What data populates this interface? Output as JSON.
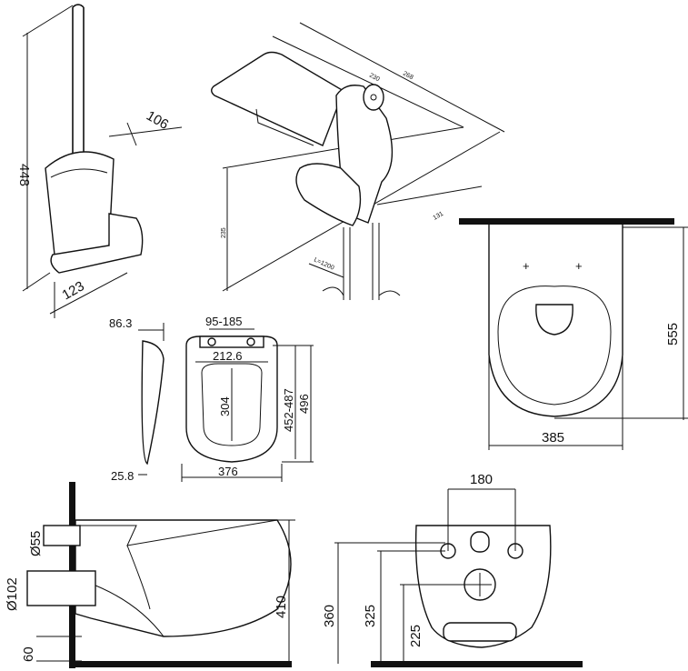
{
  "brush_holder": {
    "height": "448",
    "depth": "106",
    "width": "123"
  },
  "bidet_shower": {
    "length_total": "268",
    "length_inner": "230",
    "depth": "131",
    "height": "235",
    "hose_length": "L=1200"
  },
  "seat_side": {
    "thickness_top": "86.3",
    "thickness_bottom": "25.8"
  },
  "seat_top": {
    "hinge_spacing": "95-185",
    "inner_width": "212.6",
    "inner_length": "304",
    "hinge_to_front": "452-487",
    "total_length": "496",
    "total_width": "376"
  },
  "bowl_top": {
    "length": "555",
    "width": "385"
  },
  "bowl_side": {
    "outlet_diameter": "Ø55",
    "drain_diameter": "Ø102",
    "bottom_offset": "60",
    "height": "410"
  },
  "bowl_rear": {
    "bolt_spacing": "180",
    "bolt_height": "360",
    "inlet_height": "325",
    "drain_height": "225"
  }
}
